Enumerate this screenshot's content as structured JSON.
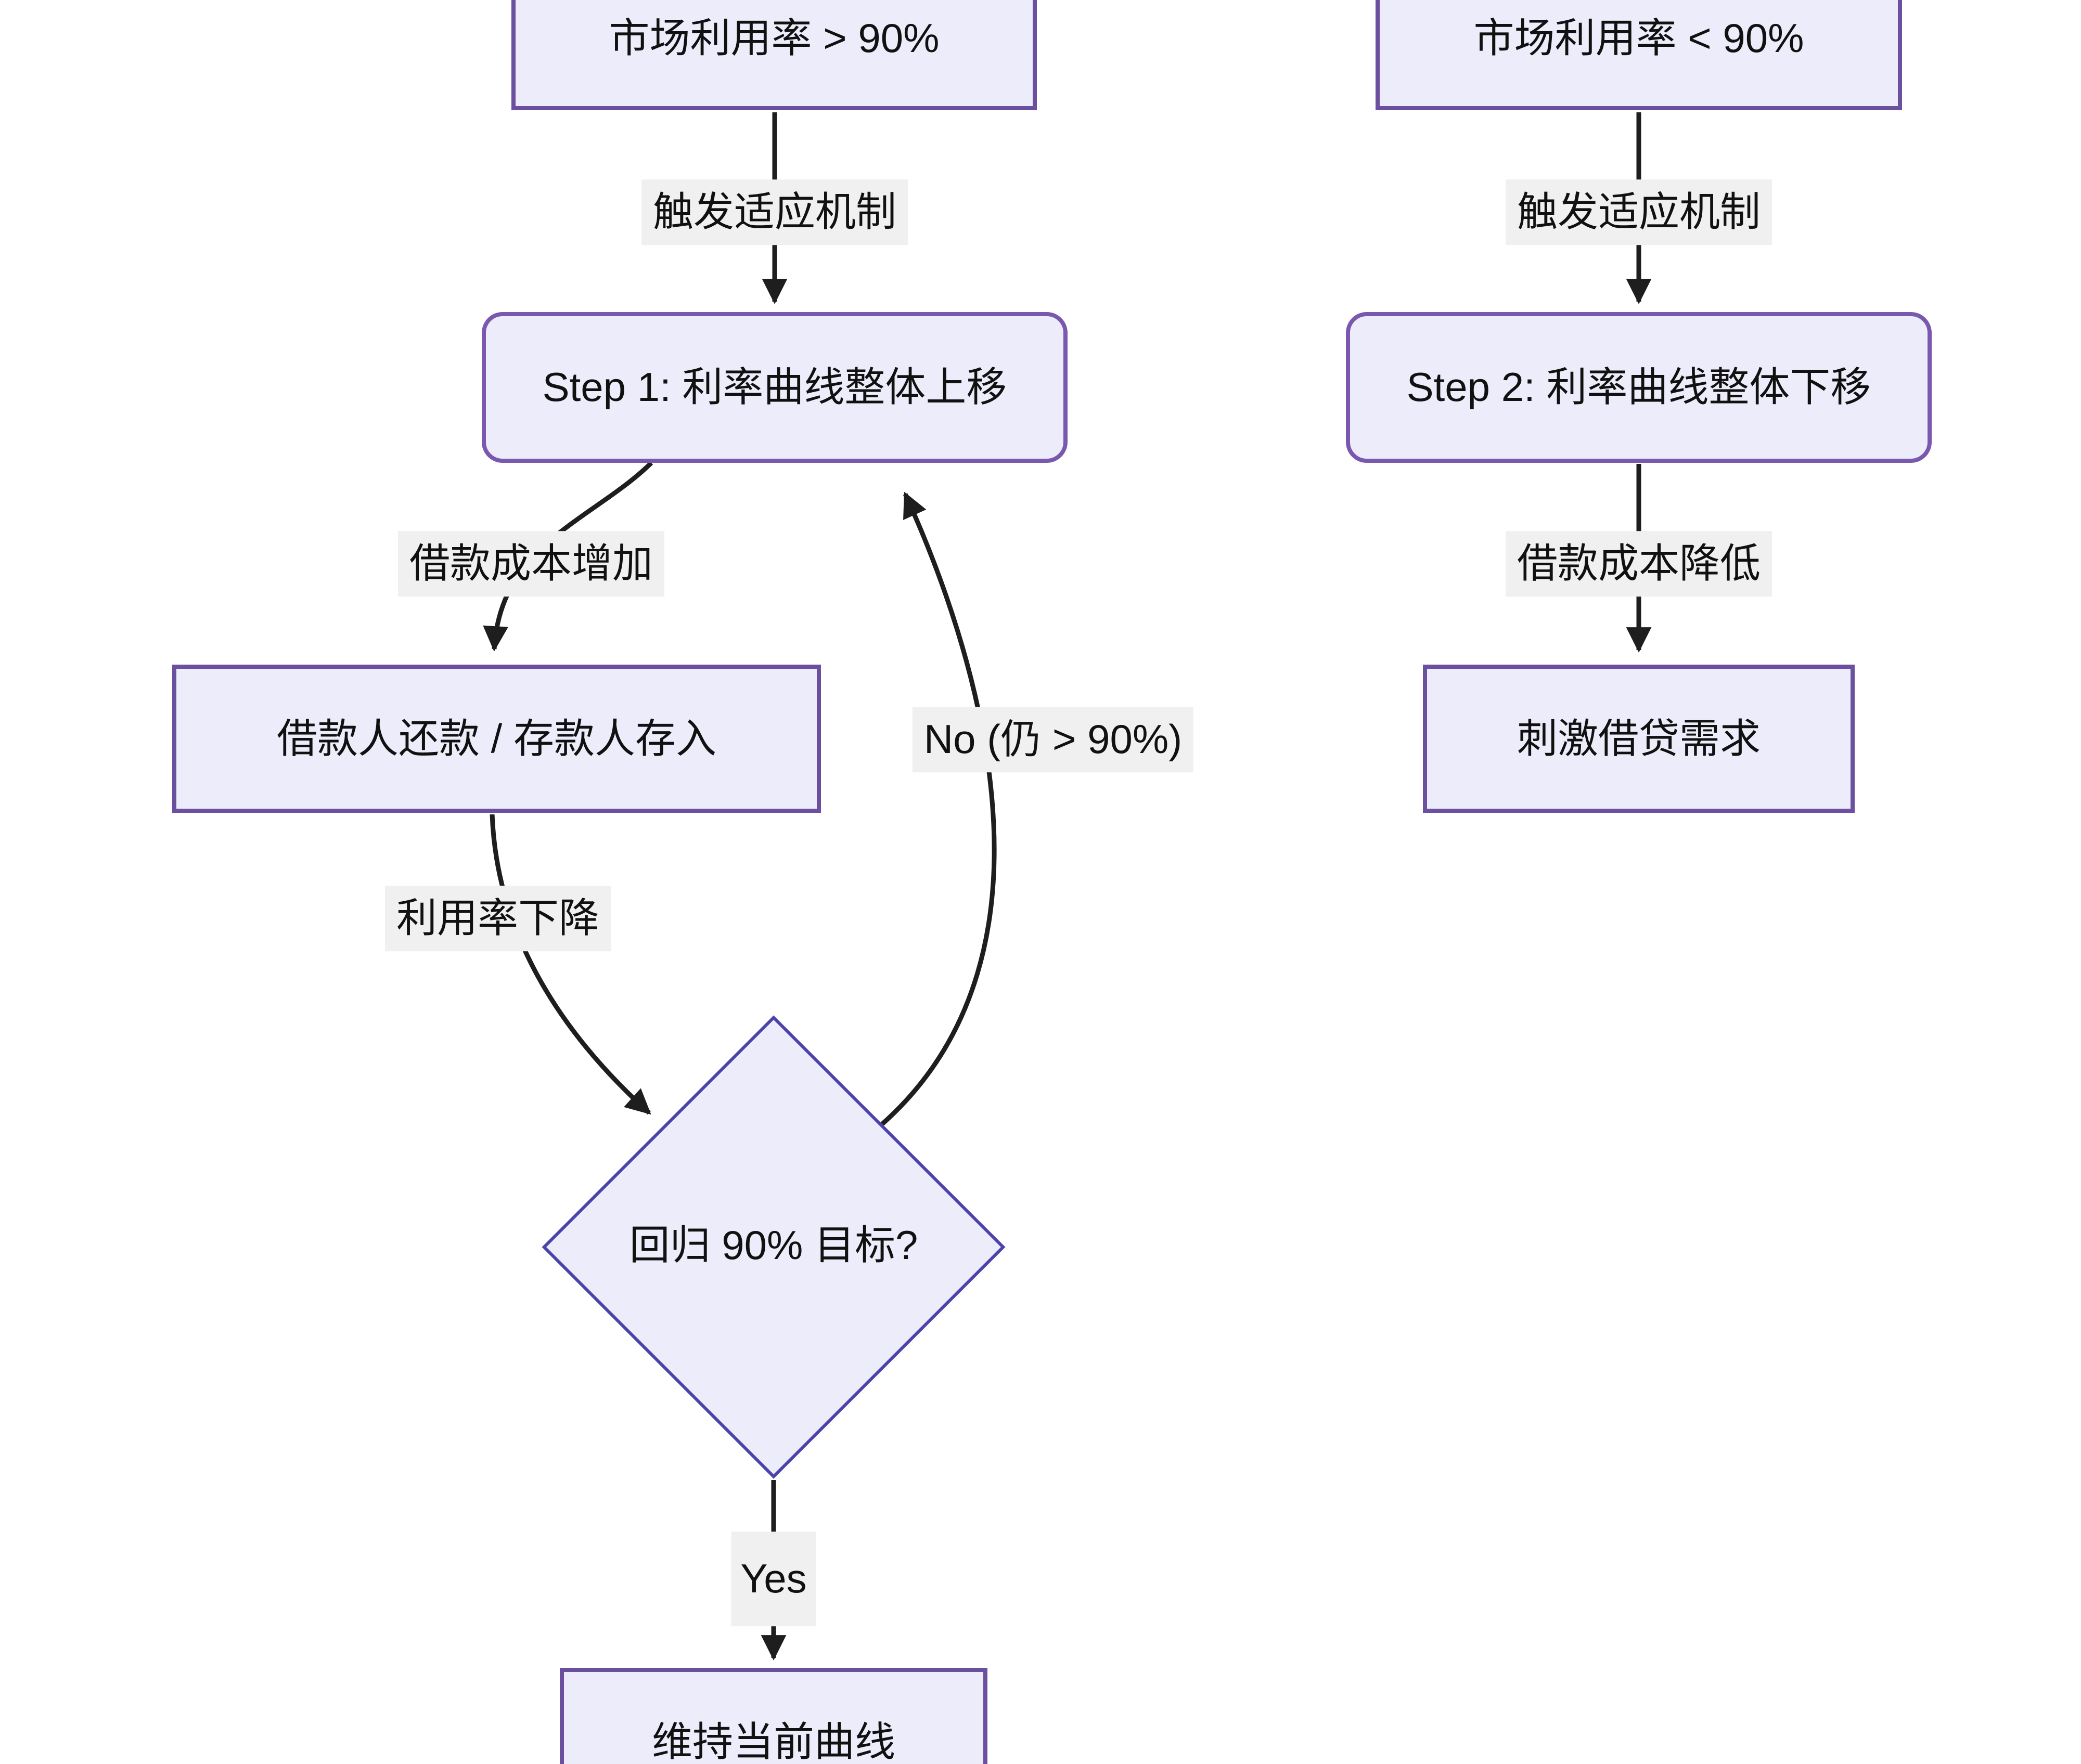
{
  "colors": {
    "page_bg": "#ffffff",
    "node_fill": "#ececfa",
    "rect_border": "#6b509f",
    "rounded_border": "#7a58ad",
    "diamond_border": "#4b42ab",
    "edge": "#1e1e1e",
    "label_bg": "#f0f0f0",
    "text": "#111111"
  },
  "nodes": {
    "market_util_high": "市场利用率 > 90%",
    "step1": "Step 1: 利率曲线整体上移",
    "borrower_repay": "借款人还款 / 存款人存入",
    "decision": "回归 90% 目标?",
    "maintain": "维持当前曲线",
    "market_util_low": "市场利用率 < 90%",
    "step2": "Step 2: 利率曲线整体下移",
    "stimulate": "刺激借贷需求"
  },
  "edge_labels": {
    "trigger_left": "触发适应机制",
    "borrow_cost_up": "借款成本增加",
    "util_down": "利用率下降",
    "no": "No (仍 > 90%)",
    "yes": "Yes",
    "trigger_right": "触发适应机制",
    "borrow_cost_down": "借款成本降低"
  }
}
